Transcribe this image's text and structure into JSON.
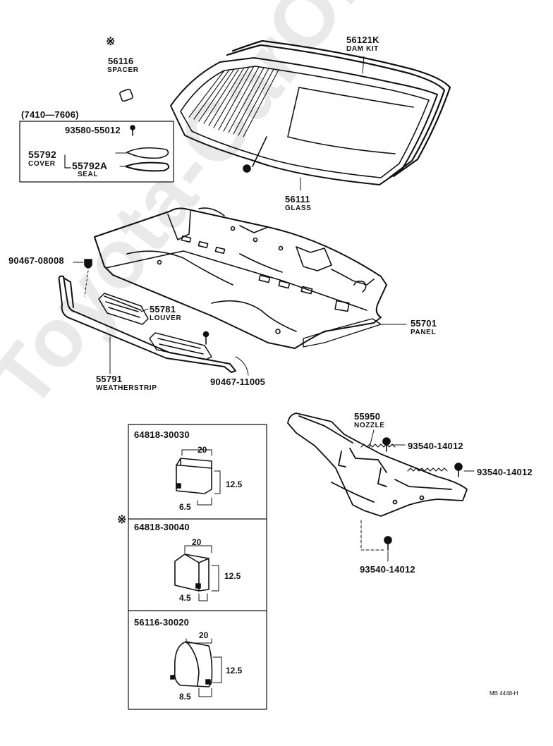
{
  "watermark": "Toyota-CarOnline.ru",
  "labels": {
    "dam_kit_pn": "56121K",
    "dam_kit_name": "DAM KIT",
    "spacer_mark": "※",
    "spacer_pn": "56116",
    "spacer_name": "SPACER",
    "date_range": "(7410—7606)",
    "screw_pn": "93580-55012",
    "cover_pn": "55792",
    "cover_name": "COVER",
    "seal_pn": "55792A",
    "seal_name": "SEAL",
    "glass_pn": "56111",
    "glass_name": "GLASS",
    "clip_pn": "90467-08008",
    "louver_pn": "55781",
    "louver_name": "LOUVER",
    "panel_pn": "55701",
    "panel_name": "PANEL",
    "weatherstrip_pn": "55791",
    "weatherstrip_name": "WEATHERSTRIP",
    "clip2_pn": "90467-11005",
    "nozzle_pn": "55950",
    "nozzle_name": "NOZZLE",
    "bolt_a_pn": "93540-14012",
    "bolt_b_pn": "93540-14012",
    "bolt_c_pn": "93540-14012",
    "diagram_code": "MB 4448-H"
  },
  "spacers": [
    {
      "pn": "64818-30030",
      "mark": "",
      "width": "20",
      "height": "12.5",
      "depth": "6.5"
    },
    {
      "pn": "64818-30040",
      "mark": "※",
      "width": "20",
      "height": "12.5",
      "depth": "4.5"
    },
    {
      "pn": "56116-30020",
      "mark": "",
      "width": "20",
      "height": "12.5",
      "depth": "8.5"
    }
  ]
}
